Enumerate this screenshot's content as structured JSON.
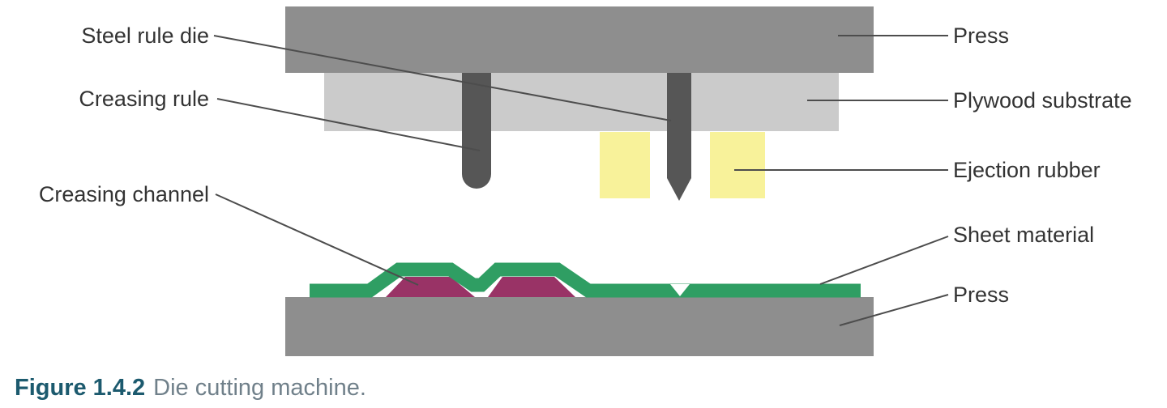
{
  "figure": {
    "caption_label": "Figure 1.4.2",
    "caption_text": "Die cutting machine."
  },
  "labels": {
    "steel_rule_die": "Steel rule die",
    "creasing_rule": "Creasing rule",
    "creasing_channel": "Creasing channel",
    "press_top": "Press",
    "plywood_substrate": "Plywood substrate",
    "ejection_rubber": "Ejection rubber",
    "sheet_material": "Sheet material",
    "press_bottom": "Press"
  },
  "colors": {
    "press-gray": "#8e8e8e",
    "plywood-gray": "#cbcbcb",
    "rule-dark": "#565656",
    "rubber-yellow": "#f8f29a",
    "sheet-green": "#2f9e63",
    "channel-purple": "#993366",
    "leader": "#4d4d4d",
    "label-text": "#333333",
    "caption-accent": "#1c5a6e",
    "caption-text": "#70808a"
  }
}
